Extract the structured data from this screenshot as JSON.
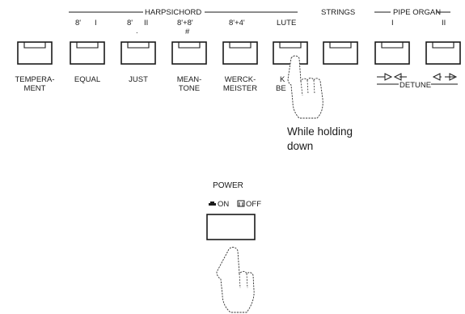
{
  "top_labels": {
    "harpsichord": "HARPSICHORD",
    "strings": "STRINGS",
    "pipe_organ": "PIPE ORGAN",
    "harpsichord_registers": [
      {
        "top": "8'",
        "mark": "I"
      },
      {
        "top": "8'",
        "mark": "II",
        "sub": "."
      },
      {
        "top": "8'+8'",
        "sub": "#"
      },
      {
        "top": "8'+4'"
      },
      {
        "top": "LUTE"
      }
    ],
    "organ_registers": [
      "I",
      "II"
    ]
  },
  "bottom_labels": {
    "temperament": [
      "TEMPERA-",
      "MENT"
    ],
    "equal": "EQUAL",
    "just": "JUST",
    "meantone": [
      "MEAN-",
      "TONE"
    ],
    "werckmeister": [
      "WERCK-",
      "MEISTER"
    ],
    "kirnberger": [
      "K",
      "BE"
    ],
    "detune": "DETUNE"
  },
  "caption": [
    "While holding",
    "down"
  ],
  "power": {
    "title": "POWER",
    "on": "ON",
    "off": "OFF"
  },
  "colors": {
    "ink": "#1a1a1a",
    "paper": "#ffffff"
  }
}
